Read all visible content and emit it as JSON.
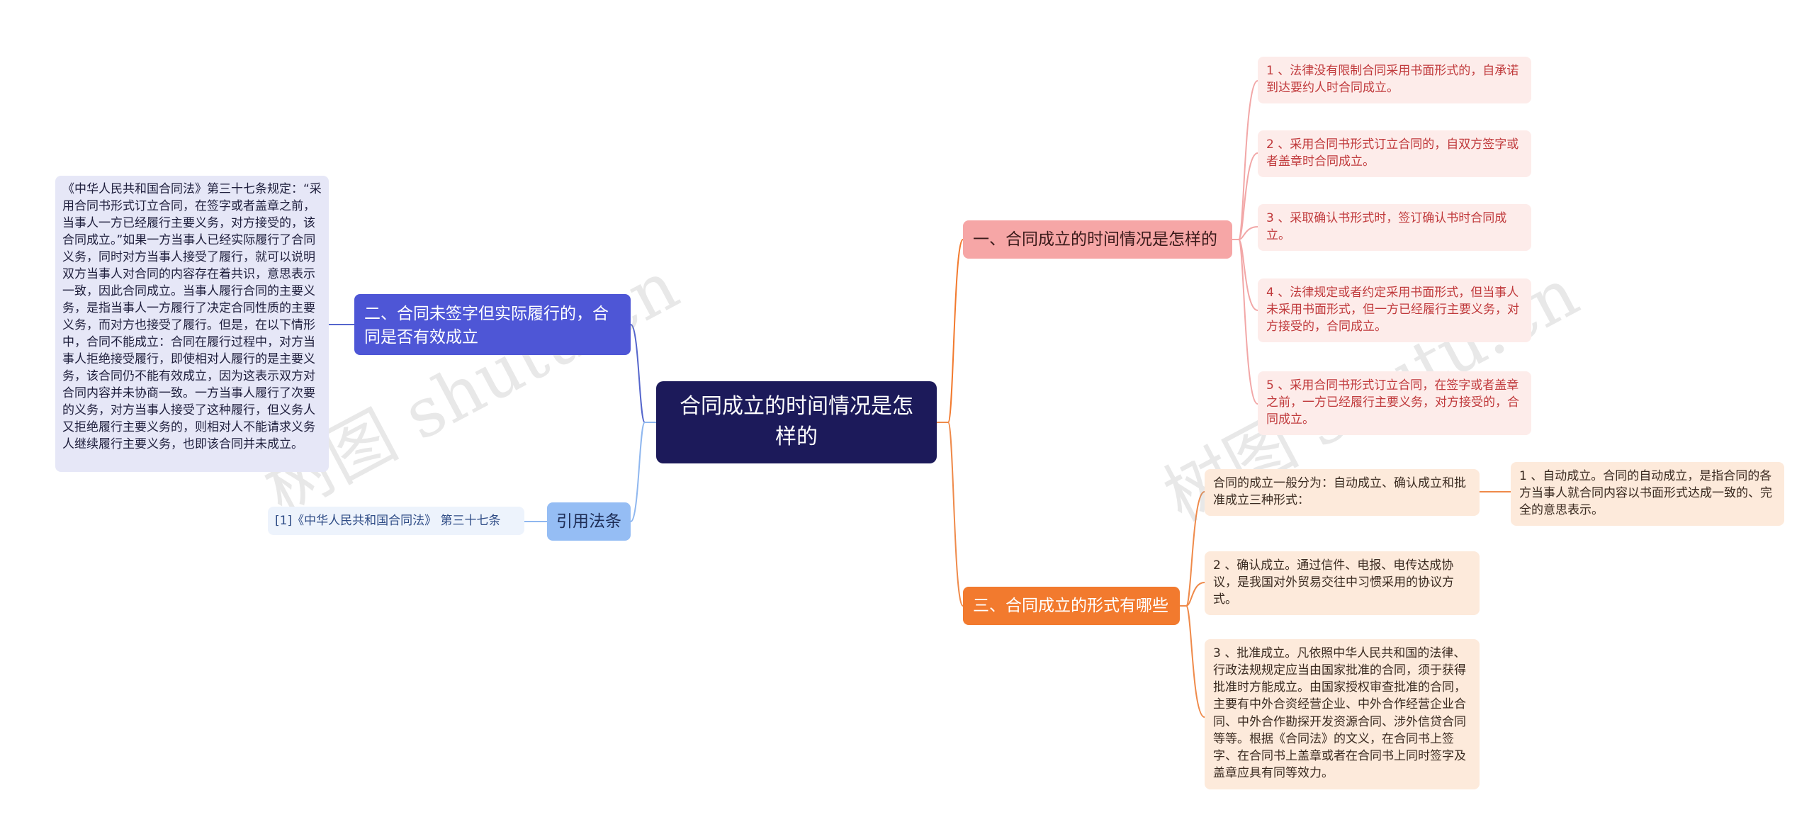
{
  "root": {
    "title": "合同成立的时间情况是怎样的"
  },
  "branches": {
    "b1": {
      "label": "一、合同成立的时间情况是怎样的",
      "leaves": [
        "1 、法律没有限制合同采用书面形式的，自承诺到达要约人时合同成立。",
        "2 、采用合同书形式订立合同的，自双方签字或者盖章时合同成立。",
        "3 、采取确认书形式时，签订确认书时合同成立。",
        "4 、法律规定或者约定采用书面形式，但当事人未采用书面形式，但一方已经履行主要义务，对方接受的，合同成立。",
        "5 、采用合同书形式订立合同，在签字或者盖章之前，一方已经履行主要义务，对方接受的，合同成立。"
      ]
    },
    "b3": {
      "label": "三、合同成立的形式有哪些",
      "leaves": [
        "合同的成立一般分为：自动成立、确认成立和批准成立三种形式：",
        "2 、确认成立。通过信件、电报、电传达成协议，是我国对外贸易交往中习惯采用的协议方式。",
        "3 、批准成立。凡依照中华人民共和国的法律、行政法规规定应当由国家批准的合同，须于获得批准时方能成立。由国家授权审查批准的合同，主要有中外合资经营企业、中外合作经营企业合同、中外合作勘探开发资源合同、涉外信贷合同等等。根据《合同法》的文义，在合同书上签字、在合同书上盖章或者在合同书上同时签字及盖章应具有同等效力。"
      ],
      "subleaf": "1 、自动成立。合同的自动成立，是指合同的各方当事人就合同内容以书面形式达成一致的、完全的意思表示。"
    },
    "b2": {
      "label": "二、合同未签字但实际履行的，合同是否有效成立",
      "leaf": "《中华人民共和国合同法》第三十七条规定：“采用合同书形式订立合同，在签字或者盖章之前，当事人一方已经履行主要义务，对方接受的，该合同成立。”如果一方当事人已经实际履行了合同义务，同时对方当事人接受了履行，就可以说明双方当事人对合同的内容存在着共识，意思表示一致，因此合同成立。当事人履行合同的主要义务，是指当事人一方履行了决定合同性质的主要义务，而对方也接受了履行。但是，在以下情形中，合同不能成立：合同在履行过程中，对方当事人拒绝接受履行，即使相对人履行的是主要义务，该合同仍不能有效成立，因为这表示双方对合同内容并未协商一致。一方当事人履行了次要的义务，对方当事人接受了这种履行，但义务人又拒绝履行主要义务的，则相对人不能请求义务人继续履行主要义务，也即该合同并未成立。"
    },
    "ref": {
      "label": "引用法条",
      "leaf": "[1]《中华人民共和国合同法》 第三十七条"
    }
  },
  "watermarks": [
    "树图 shutu.cn",
    "树图 shutu.cn"
  ],
  "colors": {
    "root": "#1c1a5a",
    "branch1": "#f6a6a6",
    "branch3": "#f27a2e",
    "branch2": "#4e56d6",
    "ref": "#95bdf4",
    "link_pink": "#f2a7a7",
    "link_orange": "#ef8a4a",
    "link_blue": "#5566cc",
    "link_lightblue": "#8fb7ef"
  }
}
